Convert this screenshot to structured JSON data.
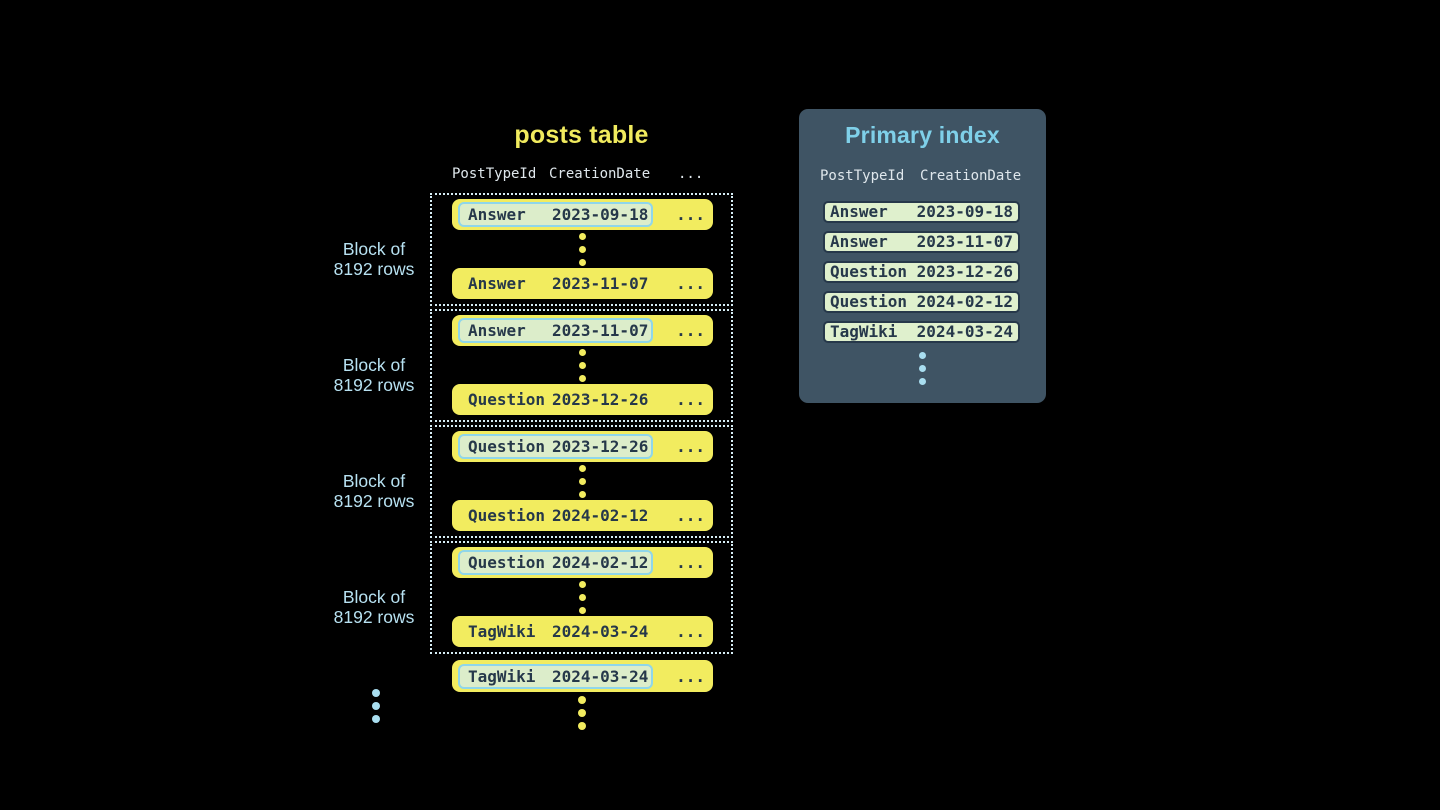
{
  "posts_table": {
    "title": "posts table",
    "header": {
      "col1": "PostTypeId",
      "col2": "CreationDate",
      "ellipsis": "..."
    },
    "row_ellipsis": "...",
    "block_label": {
      "line1": "Block of",
      "line2": "8192 rows"
    },
    "blocks": [
      {
        "first_row": {
          "post_type": "Answer",
          "creation_date": "2023-09-18"
        },
        "last_row": {
          "post_type": "Answer",
          "creation_date": "2023-11-07"
        }
      },
      {
        "first_row": {
          "post_type": "Answer",
          "creation_date": "2023-11-07"
        },
        "last_row": {
          "post_type": "Question",
          "creation_date": "2023-12-26"
        }
      },
      {
        "first_row": {
          "post_type": "Question",
          "creation_date": "2023-12-26"
        },
        "last_row": {
          "post_type": "Question",
          "creation_date": "2024-02-12"
        }
      },
      {
        "first_row": {
          "post_type": "Question",
          "creation_date": "2024-02-12"
        },
        "last_row": {
          "post_type": "TagWiki",
          "creation_date": "2024-03-24"
        }
      }
    ],
    "overflow_row": {
      "post_type": "TagWiki",
      "creation_date": "2024-03-24"
    }
  },
  "primary_index": {
    "title": "Primary index",
    "header": {
      "col1": "PostTypeId",
      "col2": "CreationDate"
    },
    "rows": [
      {
        "post_type": "Answer",
        "creation_date": "2023-09-18"
      },
      {
        "post_type": "Answer",
        "creation_date": "2023-11-07"
      },
      {
        "post_type": "Question",
        "creation_date": "2023-12-26"
      },
      {
        "post_type": "Question",
        "creation_date": "2024-02-12"
      },
      {
        "post_type": "TagWiki",
        "creation_date": "2024-03-24"
      }
    ]
  },
  "colors": {
    "bg": "#000000",
    "yellow": "#f2ec5f",
    "title_yellow": "#f1eb5e",
    "chip_bg": "#dcedca",
    "chip_border": "#8fd6ea",
    "ink": "#26384a",
    "dotted_border": "#d6edf5",
    "label_blue": "#b7e1f1",
    "header_text": "#dfe7ec",
    "panel_bg": "#3f5464",
    "panel_title": "#7fd0e9",
    "index_row_bg": "#dff0cd",
    "dot_blue": "#a9def0"
  }
}
